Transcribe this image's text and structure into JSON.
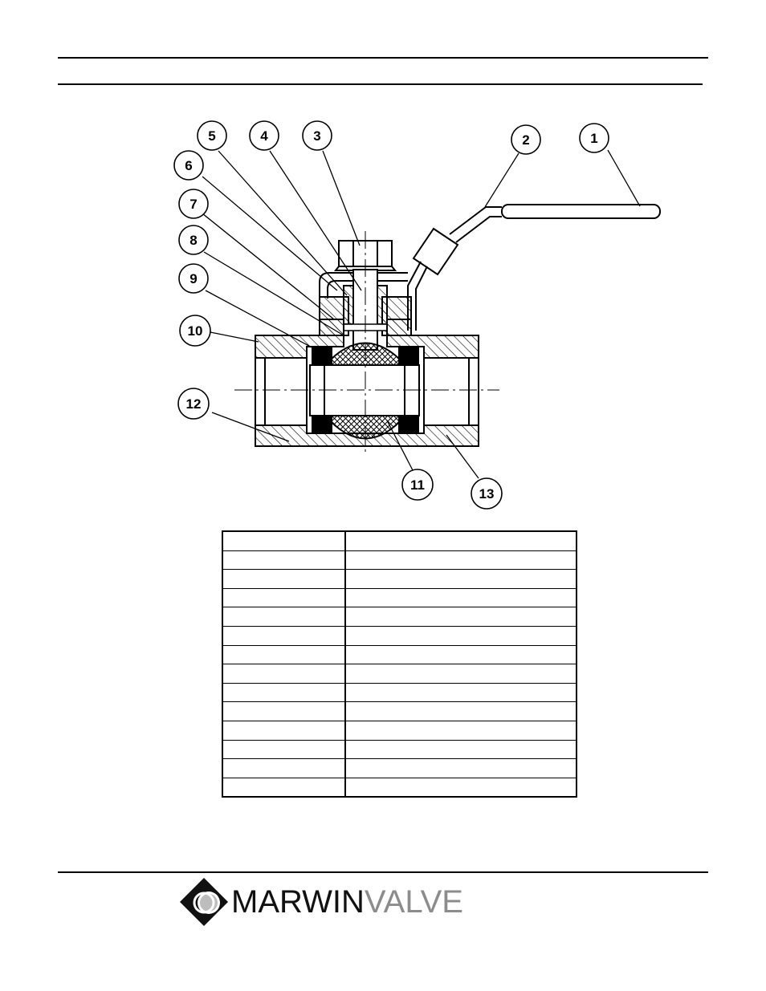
{
  "diagram": {
    "callouts": [
      "1",
      "2",
      "3",
      "4",
      "5",
      "6",
      "7",
      "8",
      "9",
      "10",
      "11",
      "12",
      "13"
    ]
  },
  "parts_table": {
    "rows": [
      [
        "",
        ""
      ],
      [
        "",
        ""
      ],
      [
        "",
        ""
      ],
      [
        "",
        ""
      ],
      [
        "",
        ""
      ],
      [
        "",
        ""
      ],
      [
        "",
        ""
      ],
      [
        "",
        ""
      ],
      [
        "",
        ""
      ],
      [
        "",
        ""
      ],
      [
        "",
        ""
      ],
      [
        "",
        ""
      ],
      [
        "",
        ""
      ],
      [
        "",
        ""
      ]
    ]
  },
  "logo": {
    "word_dark": "MARWIN",
    "word_light": "VALVE",
    "color_dark": "#111111",
    "color_light": "#8c8c8c"
  }
}
